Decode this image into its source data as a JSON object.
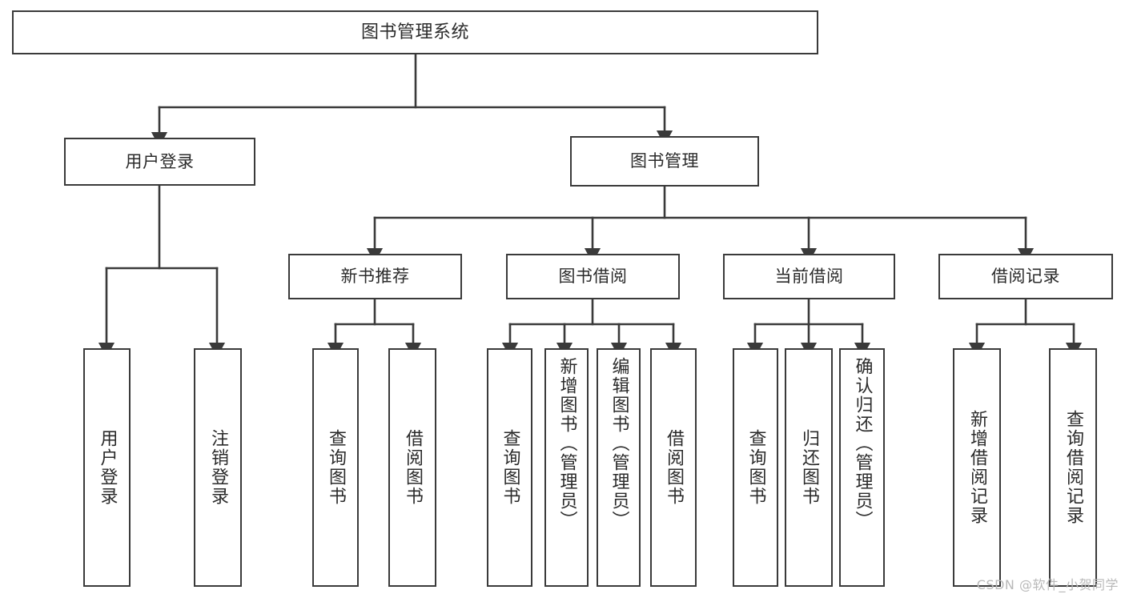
{
  "diagram": {
    "title": "图书管理系统",
    "type": "tree",
    "style": {
      "background": "#ffffff",
      "node_border": "#3a3a3a",
      "node_fill": "#ffffff",
      "text_color": "#2b2b2b",
      "edge_color": "#3a3a3a",
      "watermark_color": "#b9b9b9"
    },
    "root": {
      "label": "图书管理系统"
    },
    "level1": [
      {
        "label": "用户登录"
      },
      {
        "label": "图书管理"
      }
    ],
    "level2": [
      {
        "label": "新书推荐"
      },
      {
        "label": "图书借阅"
      },
      {
        "label": "当前借阅"
      },
      {
        "label": "借阅记录"
      }
    ],
    "leaves": {
      "user_login": [
        {
          "label": "用户登录"
        },
        {
          "label": "注销登录"
        }
      ],
      "new_book_recommend": [
        {
          "label": "查询图书"
        },
        {
          "label": "借阅图书"
        }
      ],
      "book_borrow": [
        {
          "label": "查询图书"
        },
        {
          "label": "新增图书（管理员）"
        },
        {
          "label": "编辑图书（管理员）"
        },
        {
          "label": "借阅图书"
        }
      ],
      "current_borrow": [
        {
          "label": "查询图书"
        },
        {
          "label": "归还图书"
        },
        {
          "label": "确认归还（管理员）"
        }
      ],
      "borrow_record": [
        {
          "label": "新增借阅记录"
        },
        {
          "label": "查询借阅记录"
        }
      ]
    }
  },
  "watermark": {
    "text": "CSDN @软件_小贺同学"
  }
}
